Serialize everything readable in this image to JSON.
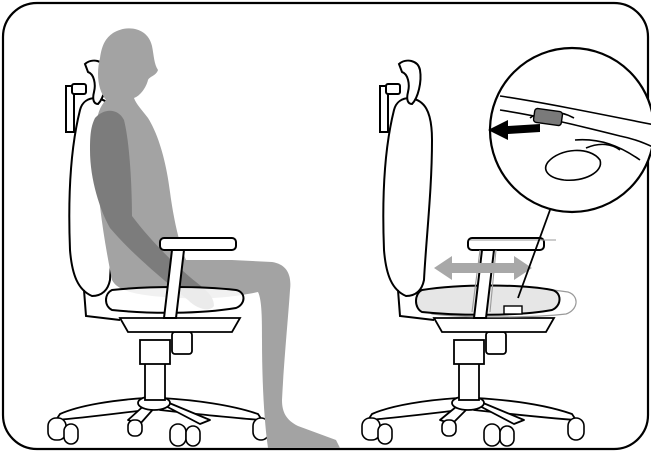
{
  "figure": {
    "panels": [
      {
        "id": "left",
        "content": "person-seated-on-office-chair"
      },
      {
        "id": "right",
        "content": "office-chair-seat-depth-adjustment"
      }
    ],
    "callout": {
      "icon": "seat-depth-lever-detail",
      "indicator": "pull-arrow-icon"
    },
    "motion_indicator": "double-arrow-icon",
    "colors": {
      "outline": "#000000",
      "frame": "#000000",
      "person_light": "#a3a3a3",
      "person_dark": "#7c7c7c",
      "arrow": "#a8a8a8",
      "chair_fill": "#ffffff",
      "seat_fill": "#e6e6e6"
    }
  }
}
